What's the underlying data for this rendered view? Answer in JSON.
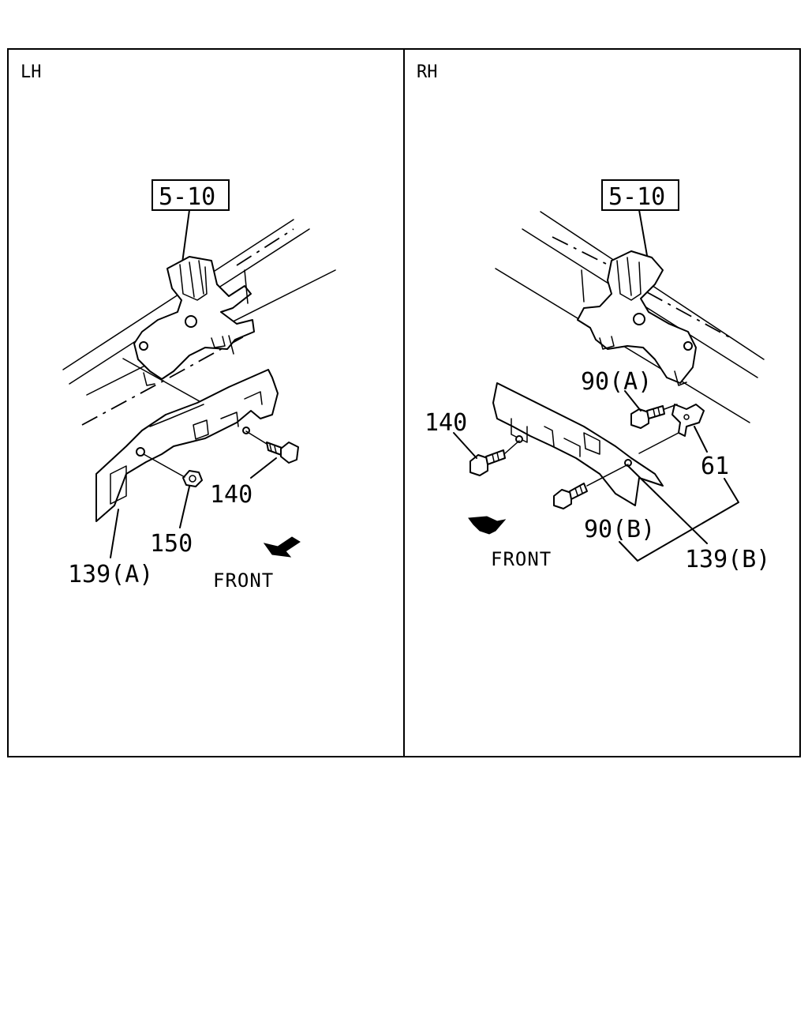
{
  "panels": {
    "left": {
      "side_label": "LH",
      "ref_box": "5-10",
      "callouts": {
        "bolt": "140",
        "nut": "150",
        "cover": "139(A)"
      },
      "front_label": "FRONT"
    },
    "right": {
      "side_label": "RH",
      "ref_box": "5-10",
      "callouts": {
        "bolt_a": "90(A)",
        "bolt_main": "140",
        "bracket": "61",
        "bolt_b": "90(B)",
        "cover": "139(B)"
      },
      "front_label": "FRONT"
    }
  }
}
